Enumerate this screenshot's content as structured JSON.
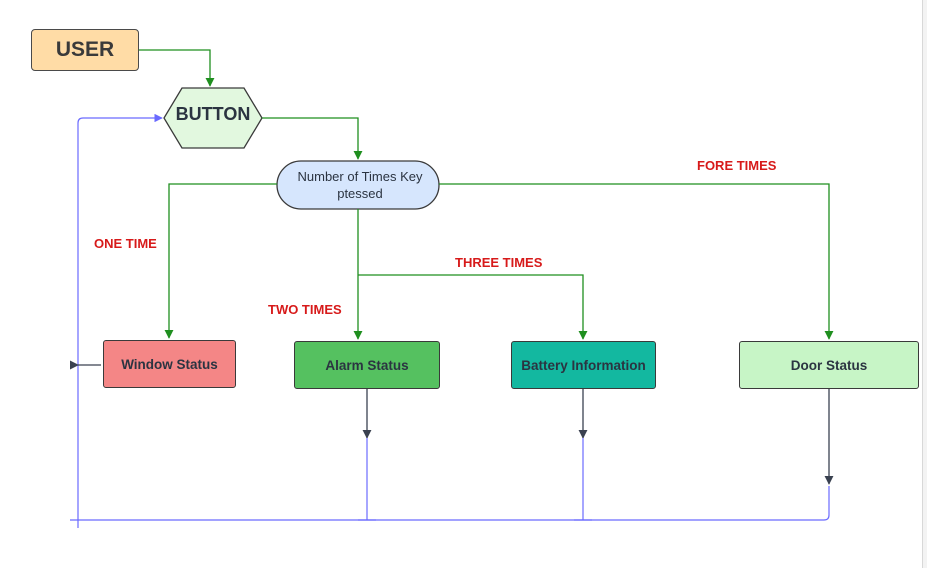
{
  "diagram": {
    "nodes": {
      "user": {
        "label": "USER"
      },
      "button": {
        "label": "BUTTON"
      },
      "decision": {
        "label_line1": "Number of Times Key",
        "label_line2": "ptessed"
      },
      "window_status": {
        "label": "Window Status"
      },
      "alarm_status": {
        "label": "Alarm Status"
      },
      "battery_information": {
        "label": "Battery Information"
      },
      "door_status": {
        "label": "Door Status"
      }
    },
    "edge_labels": {
      "one": "ONE TIME",
      "two": "TWO TIMES",
      "three": "THREE TIMES",
      "four": "FORE TIMES"
    },
    "colors": {
      "user": "#ffdca6",
      "button": "#e2f8df",
      "decision": "#d6e6fd",
      "window_status": "#f48686",
      "alarm_status": "#55c160",
      "battery_information": "#13b8a0",
      "door_status": "#c7f5c6",
      "green_connector": "#1f8f1f",
      "blue_connector": "#6a6aff",
      "edge_label_text": "#d71a1a"
    }
  }
}
